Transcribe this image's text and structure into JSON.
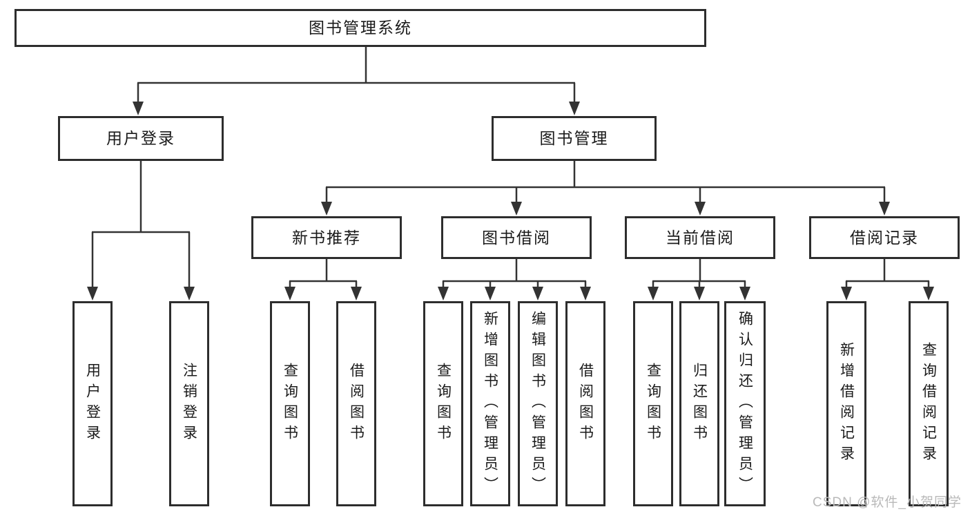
{
  "watermark": "CSDN @软件_小贺同学",
  "colors": {
    "line": "#333333",
    "border": "#2d2d2d",
    "text": "#1a1a1a",
    "watermark": "#b9b9b9",
    "background": "#ffffff"
  },
  "tree": {
    "label": "图书管理系统",
    "children": [
      {
        "label": "用户登录",
        "children": [
          {
            "label": "用户登录"
          },
          {
            "label": "注销登录"
          }
        ]
      },
      {
        "label": "图书管理",
        "children": [
          {
            "label": "新书推荐",
            "children": [
              {
                "label": "查询图书"
              },
              {
                "label": "借阅图书"
              }
            ]
          },
          {
            "label": "图书借阅",
            "children": [
              {
                "label": "查询图书"
              },
              {
                "label": "新增图书（管理员）"
              },
              {
                "label": "编辑图书（管理员）"
              },
              {
                "label": "借阅图书"
              }
            ]
          },
          {
            "label": "当前借阅",
            "children": [
              {
                "label": "查询图书"
              },
              {
                "label": "归还图书"
              },
              {
                "label": "确认归还（管理员）"
              }
            ]
          },
          {
            "label": "借阅记录",
            "children": [
              {
                "label": "新增借阅记录"
              },
              {
                "label": "查询借阅记录"
              }
            ]
          }
        ]
      }
    ]
  }
}
